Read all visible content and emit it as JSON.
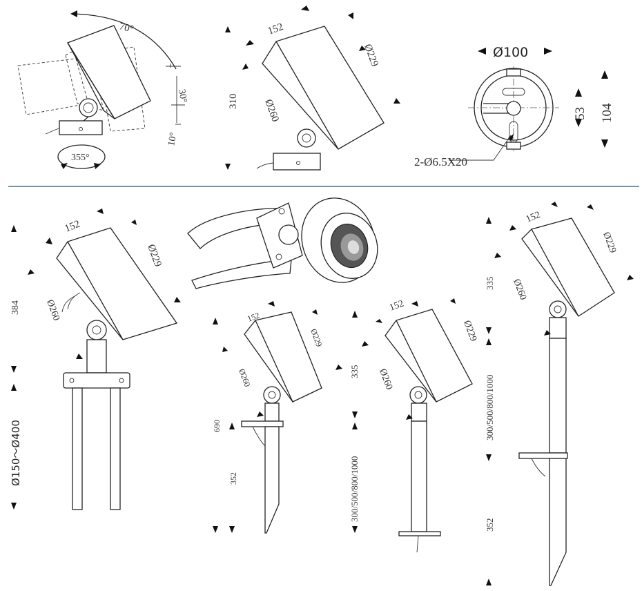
{
  "top_left": {
    "angle_70": "70°",
    "angle_30": "30°",
    "angle_10": "10°",
    "angle_355": "355°"
  },
  "top_middle": {
    "w": "152",
    "d229": "Ø229",
    "h": "310",
    "d260": "Ø260"
  },
  "top_right": {
    "d100": "Ø100",
    "h104": "104",
    "h53": "53",
    "holes": "2-Ø6.5X20"
  },
  "base_mount": {
    "w": "152",
    "d229": "Ø229",
    "h384": "384",
    "d260": "Ø260",
    "range": "Ø150～Ø400"
  },
  "spike_short": {
    "w": "152",
    "d229": "Ø229",
    "d260": "Ø260",
    "h690": "690",
    "h352": "352"
  },
  "pole_plate": {
    "w": "152",
    "d229": "Ø229",
    "h335": "335",
    "d260": "Ø260",
    "pole": "300/500/800/1000"
  },
  "pole_spike": {
    "w": "152",
    "d229": "Ø229",
    "h335": "335",
    "d260": "Ø260",
    "pole": "300/500/800/1000",
    "h352": "352"
  }
}
